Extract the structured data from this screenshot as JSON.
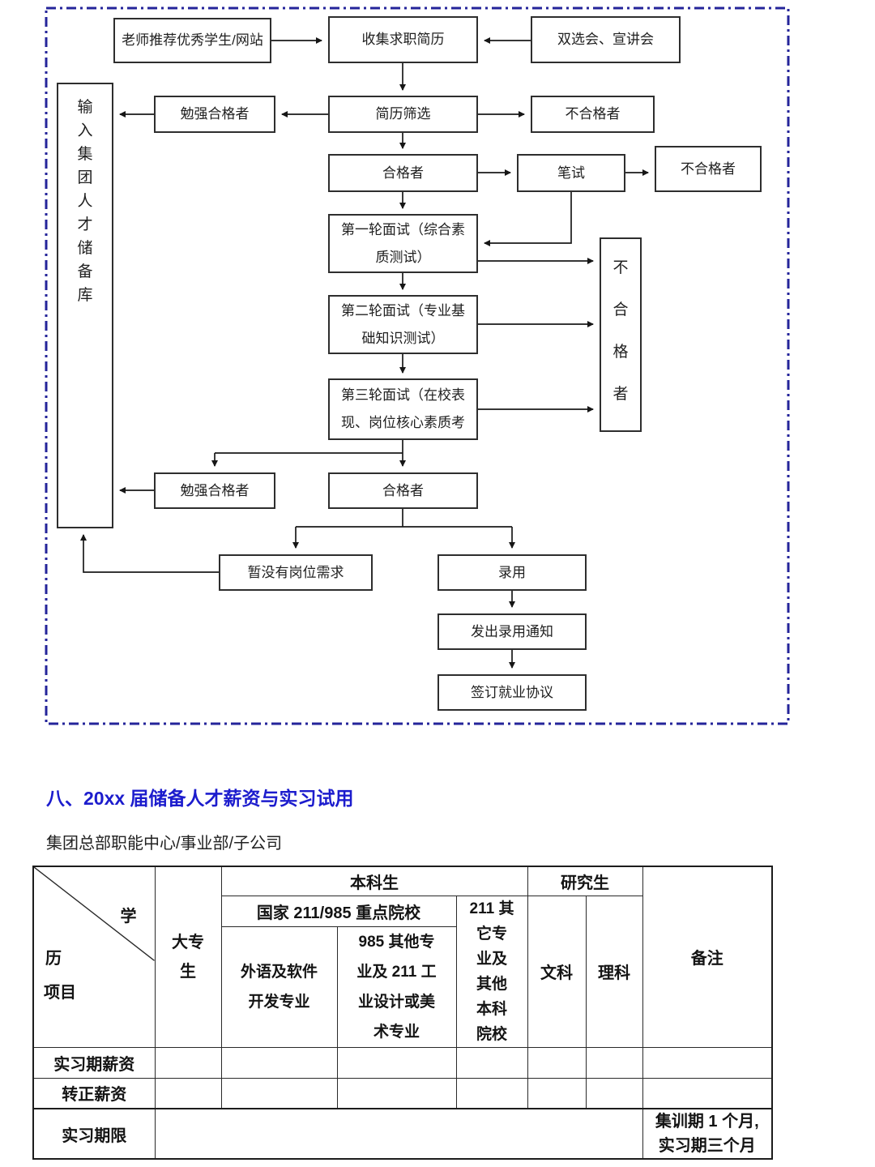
{
  "flow": {
    "border_color": "#24249a",
    "nodes": {
      "teacher": "老师推荐优秀学生/网站",
      "collect": "收集求职简历",
      "fair": "双选会、宣讲会",
      "barely1": "勉强合格者",
      "screening": "简历筛选",
      "unqualified1": "不合格者",
      "qualified1": "合格者",
      "written_test": "笔试",
      "unqualified2": "不合格者",
      "interview1": "第一轮面试（综合素质测试）",
      "interview2": "第二轮面试（专业基础知识测试）",
      "interview3": "第三轮面试（在校表现、岗位核心素质考",
      "unqualified_side": "不合格者",
      "talent_pool": "输入集团人才储备库",
      "barely2": "勉强合格者",
      "qualified2": "合格者",
      "no_position": "暂没有岗位需求",
      "hired": "录用",
      "offer_notice": "发出录用通知",
      "sign_agreement": "签订就业协议"
    }
  },
  "section": {
    "heading": "八、20xx 届储备人才薪资与实习试用",
    "heading_color": "#1c1ccd",
    "subheading": "集团总部职能中心/事业部/子公司"
  },
  "table": {
    "corner": {
      "top_right": "学",
      "mid_left": "历",
      "bottom_left": "项目"
    },
    "headers": {
      "dazhuan": "大专生",
      "benke": "本科生",
      "yanjiusheng": "研究生",
      "beizhu": "备注",
      "key211_985": "国家 211/985 重点院校",
      "waiyu_ruanjian": "外语及软件开发专业",
      "qita985": "985 其他专业及 211 工业设计或美术专业",
      "qita211": "211 其它专业及其他本科院校",
      "wenke": "文科",
      "like": "理科"
    },
    "rows": [
      {
        "label": "实习期薪资",
        "cells": [
          "",
          "",
          "",
          "",
          "",
          ""
        ],
        "remark": ""
      },
      {
        "label": "转正薪资",
        "cells": [
          "",
          "",
          "",
          "",
          "",
          ""
        ],
        "remark": ""
      },
      {
        "label": "实习期限",
        "merged_cell": "",
        "remark_line1": "集训期 1 个月,",
        "remark_line2": "实习期三个月"
      }
    ]
  }
}
